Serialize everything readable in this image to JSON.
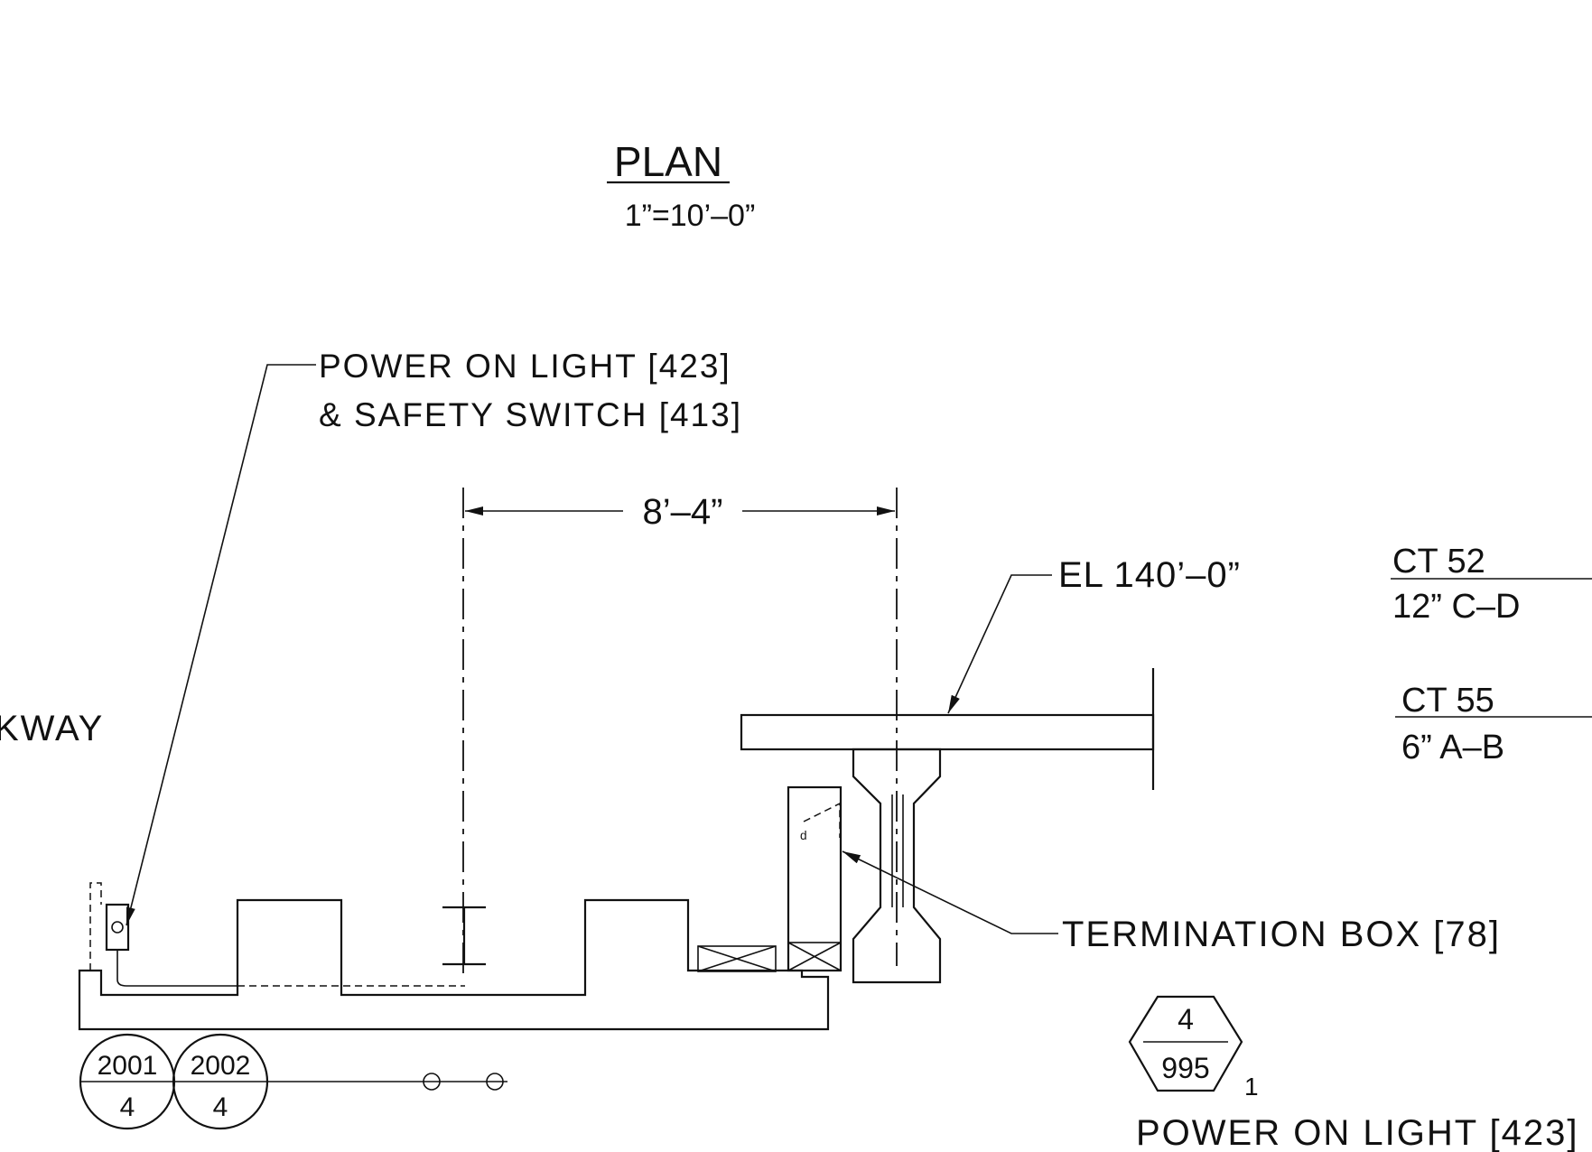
{
  "title": "PLAN",
  "scale": "1”=10’–0”",
  "callout_power": {
    "line1": "POWER ON LIGHT [423]",
    "line2": "& SAFETY SWITCH [413]"
  },
  "dimension": "8’–4”",
  "elevation": "EL 140’–0”",
  "ct_labels": [
    {
      "top": "CT 52",
      "bottom": "12”  C–D"
    },
    {
      "top": "CT 55",
      "bottom": "6”  A–B"
    }
  ],
  "walkway_fragment": "KWAY",
  "termination": "TERMINATION BOX [78]",
  "hex_tag": {
    "top": "4",
    "bottom": "995",
    "sub": "1"
  },
  "legend_power": "POWER ON LIGHT [423]",
  "grid_bubbles": [
    {
      "top": "2001",
      "bottom": "4"
    },
    {
      "top": "2002",
      "bottom": "4"
    }
  ]
}
